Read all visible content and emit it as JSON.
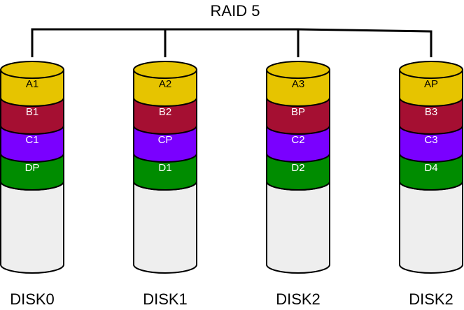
{
  "title": "RAID 5",
  "colors": {
    "A": "#e6c400",
    "B": "#a50f32",
    "C": "#7a00ff",
    "D": "#008c00",
    "empty": "#eeeeee",
    "outline": "#000000"
  },
  "disks": [
    {
      "label": "DISK0",
      "blocks": [
        "A1",
        "B1",
        "C1",
        "DP"
      ]
    },
    {
      "label": "DISK1",
      "blocks": [
        "A2",
        "B2",
        "CP",
        "D1"
      ]
    },
    {
      "label": "DISK2",
      "blocks": [
        "A3",
        "BP",
        "C2",
        "D2"
      ]
    },
    {
      "label": "DISK2",
      "blocks": [
        "AP",
        "B3",
        "C3",
        "D4"
      ]
    }
  ]
}
